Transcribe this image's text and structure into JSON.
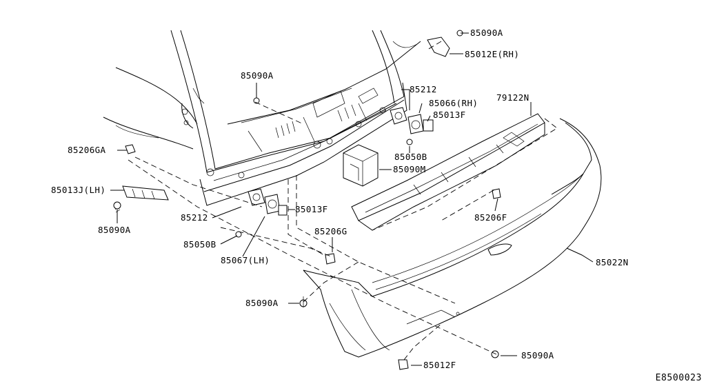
{
  "diagram": {
    "code": "E8500023",
    "labels": [
      {
        "id": "l1",
        "text": "85090A"
      },
      {
        "id": "l2",
        "text": "85012E(RH)"
      },
      {
        "id": "l3",
        "text": "85090A"
      },
      {
        "id": "l4",
        "text": "85212"
      },
      {
        "id": "l5",
        "text": "79122N"
      },
      {
        "id": "l6",
        "text": "85066(RH)"
      },
      {
        "id": "l7",
        "text": "85013F"
      },
      {
        "id": "l8",
        "text": "85206GA"
      },
      {
        "id": "l9",
        "text": "85050B"
      },
      {
        "id": "l10",
        "text": "85090M"
      },
      {
        "id": "l11",
        "text": "85013J(LH)"
      },
      {
        "id": "l12",
        "text": "85206F"
      },
      {
        "id": "l13",
        "text": "85090A"
      },
      {
        "id": "l14",
        "text": "85212"
      },
      {
        "id": "l15",
        "text": "85013F"
      },
      {
        "id": "l16",
        "text": "85206G"
      },
      {
        "id": "l17",
        "text": "85050B"
      },
      {
        "id": "l18",
        "text": "85022N"
      },
      {
        "id": "l19",
        "text": "85067(LH)"
      },
      {
        "id": "l20",
        "text": "85090A"
      },
      {
        "id": "l21",
        "text": "85090A"
      },
      {
        "id": "l22",
        "text": "85012F"
      }
    ]
  }
}
